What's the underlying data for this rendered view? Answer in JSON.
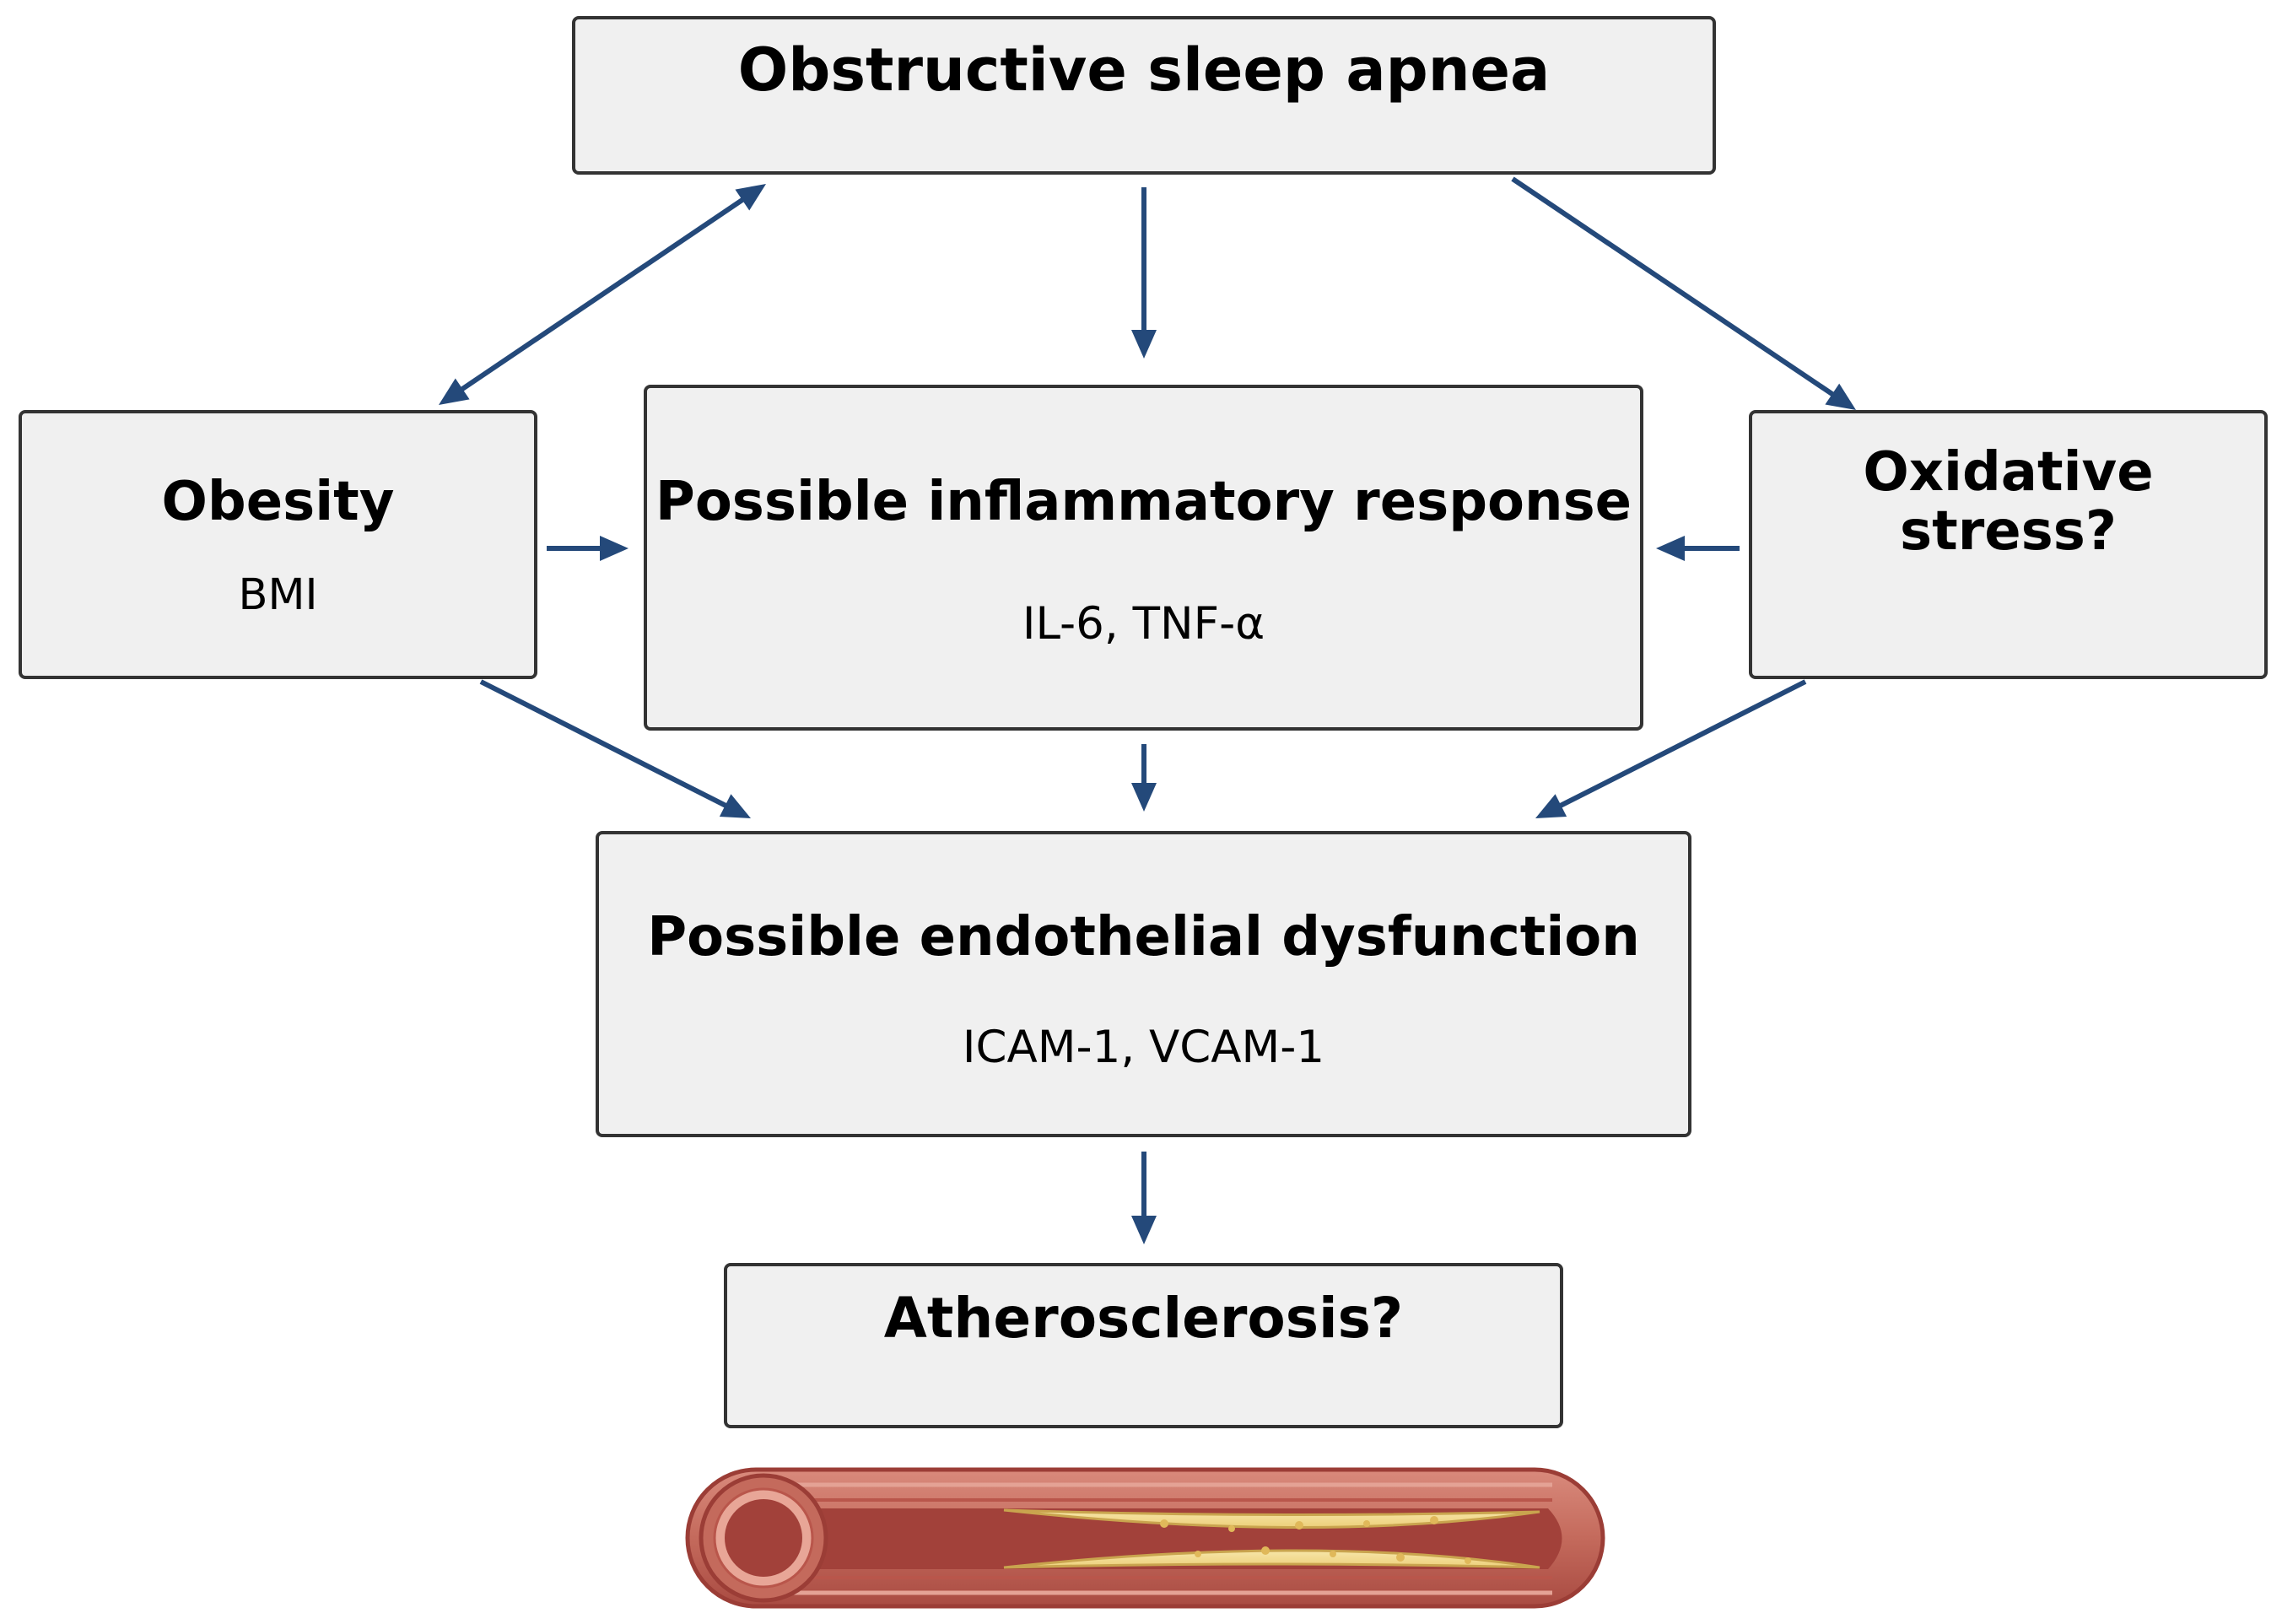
{
  "nodes": {
    "osa": {
      "title": "Obstructive sleep apnea"
    },
    "obesity": {
      "title": "Obesity",
      "sub": "BMI"
    },
    "inflammation": {
      "title": "Possible inflammatory response",
      "sub": "IL-6, TNF-α"
    },
    "oxidative": {
      "title_line1": "Oxidative",
      "title_line2": "stress?"
    },
    "endothelial": {
      "title": "Possible endothelial dysfunction",
      "sub": "ICAM-1, VCAM-1"
    },
    "athero": {
      "title": "Atherosclerosis?"
    }
  },
  "edges": [
    {
      "from": "obesity",
      "to": "osa",
      "style": "bidirectional"
    },
    {
      "from": "osa",
      "to": "inflammation",
      "style": "directed"
    },
    {
      "from": "osa",
      "to": "oxidative",
      "style": "directed"
    },
    {
      "from": "obesity",
      "to": "inflammation",
      "style": "directed"
    },
    {
      "from": "oxidative",
      "to": "inflammation",
      "style": "directed"
    },
    {
      "from": "obesity",
      "to": "endothelial",
      "style": "directed"
    },
    {
      "from": "inflammation",
      "to": "endothelial",
      "style": "directed"
    },
    {
      "from": "oxidative",
      "to": "endothelial",
      "style": "directed"
    },
    {
      "from": "endothelial",
      "to": "athero",
      "style": "directed"
    }
  ],
  "colors": {
    "arrow": "#24497a",
    "box_fill": "#f0f0f0",
    "box_border": "#333333",
    "artery_wall": "#c46a5c",
    "artery_dark": "#9b3d36",
    "plaque": "#f3dc93"
  },
  "illustration": {
    "icon": "narrowed-artery-with-plaque-icon"
  }
}
